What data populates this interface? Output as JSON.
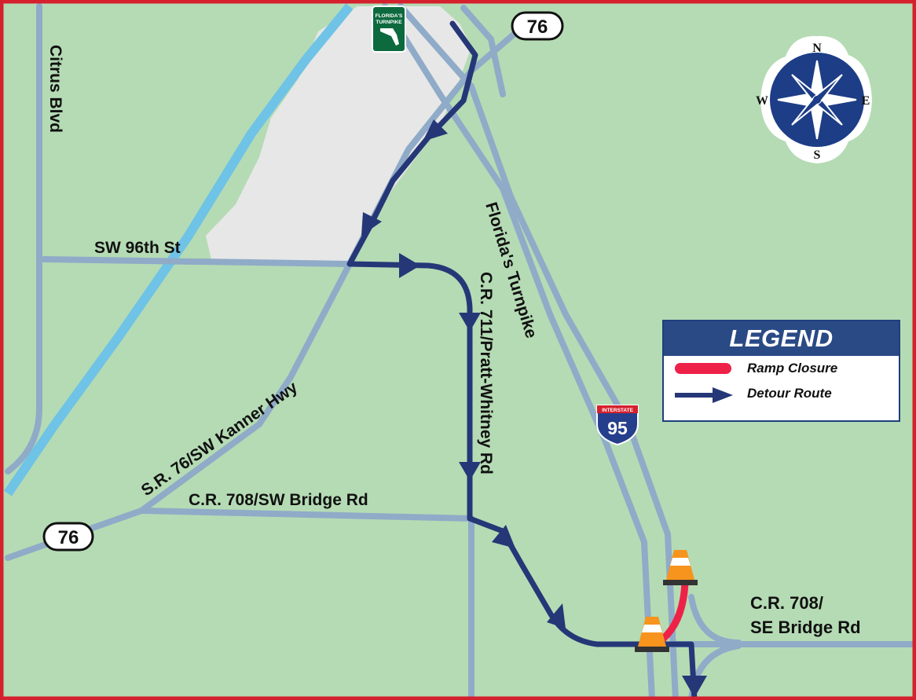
{
  "labels": {
    "citrus_blvd": "Citrus Blvd",
    "sw_96th": "SW 96th St",
    "kanner": "S.R. 76/SW Kanner Hwy",
    "bridge_sw": "C.R. 708/SW Bridge Rd",
    "pratt": "C.R. 711/Pratt-Whitney Rd",
    "turnpike_road": "Florida's Turnpike",
    "bridge_se_1": "C.R. 708/",
    "bridge_se_2": "SE Bridge Rd"
  },
  "shields": {
    "sr76_top": "76",
    "sr76_left": "76",
    "interstate_word": "INTERSTATE",
    "interstate_num": "95",
    "turnpike_line1": "FLORIDA'S",
    "turnpike_line2": "TURNPIKE"
  },
  "compass": {
    "n": "N",
    "s": "S",
    "e": "E",
    "w": "W"
  },
  "legend": {
    "title": "LEGEND",
    "items": [
      {
        "label": "Ramp Closure",
        "symbol": "red-line"
      },
      {
        "label": "Detour Route",
        "symbol": "blue-arrow"
      }
    ]
  },
  "colors": {
    "land": "#b5dbb4",
    "urban": "#e7e7e7",
    "road": "#8fabc8",
    "water": "#6fc3e6",
    "detour": "#253777",
    "closure": "#ee2148",
    "border": "#d5202d",
    "legend_header": "#2a4a86"
  }
}
